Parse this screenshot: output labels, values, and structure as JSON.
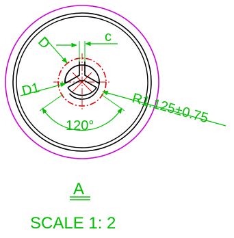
{
  "drawing": {
    "labels": {
      "d": "D",
      "c": "c",
      "d1": "D1",
      "r": "R1.125±0.75",
      "angle": "120°"
    },
    "view_label": "A",
    "scale_label": "SCALE 1: 2"
  },
  "colors": {
    "outer_circle": "#d000d0",
    "body_circle": "#000000",
    "hub_circle": "#e00000",
    "dimension": "#00c000"
  }
}
